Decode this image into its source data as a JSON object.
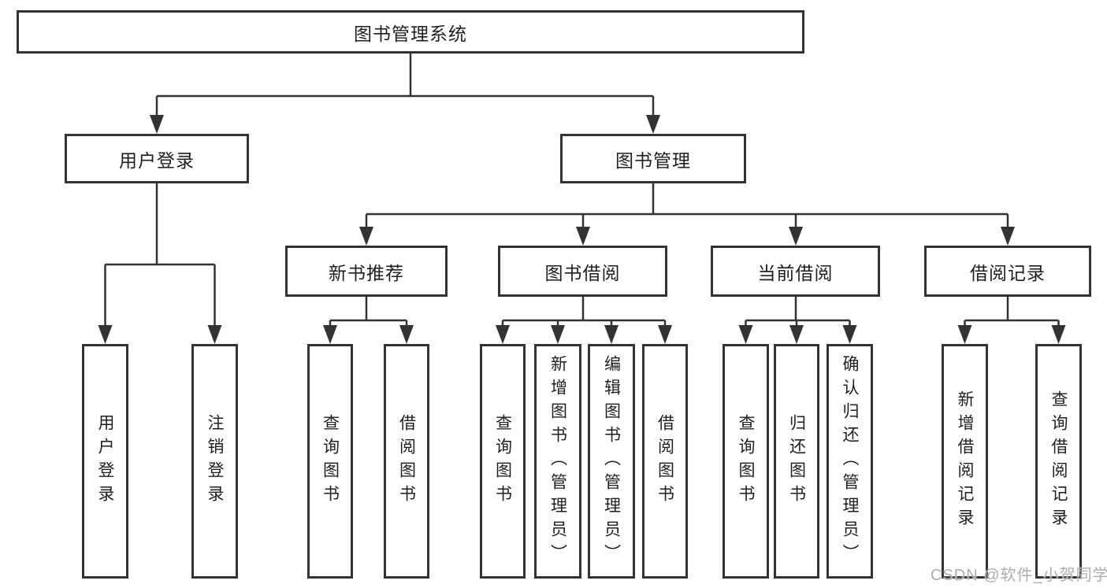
{
  "diagram": {
    "root": {
      "label": "图书管理系统"
    },
    "level2": {
      "user_login": {
        "label": "用户登录"
      },
      "book_mgmt": {
        "label": "图书管理"
      }
    },
    "level3": {
      "new_books": {
        "label": "新书推荐"
      },
      "book_borrow": {
        "label": "图书借阅"
      },
      "current_borrow": {
        "label": "当前借阅"
      },
      "borrow_records": {
        "label": "借阅记录"
      }
    },
    "leaves": {
      "user_login_leaf": {
        "label": "用户登录"
      },
      "logout": {
        "label": "注销登录"
      },
      "nb_query_books": {
        "label": "查询图书"
      },
      "nb_borrow_books": {
        "label": "借阅图书"
      },
      "bb_query_books": {
        "label": "查询图书"
      },
      "bb_add_books": {
        "label": "新增图书（管理员）"
      },
      "bb_edit_books": {
        "label": "编辑图书（管理员）"
      },
      "bb_borrow_books": {
        "label": "借阅图书"
      },
      "cb_query_books": {
        "label": "查询图书"
      },
      "cb_return_books": {
        "label": "归还图书"
      },
      "cb_confirm_return": {
        "label": "确认归还（管理员）"
      },
      "br_add_record": {
        "label": "新增借阅记录"
      },
      "br_query_record": {
        "label": "查询借阅记录"
      }
    }
  },
  "watermark": "CSDN @软件_小贺同学",
  "colors": {
    "line": "#333333",
    "box_background": "#ffffff",
    "text": "#1f1f1f",
    "watermark": "#aeaeae"
  }
}
